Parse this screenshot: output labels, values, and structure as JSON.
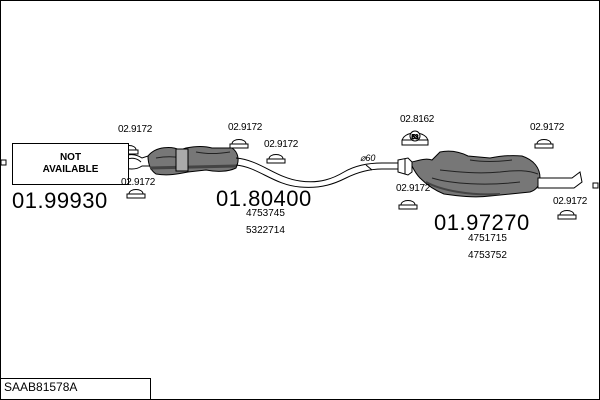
{
  "title": "SAAB81578A",
  "not_available": {
    "line1": "NOT",
    "line2": "AVAILABLE"
  },
  "front": {
    "part_number": "01.99930",
    "clamp_top": "02.9172",
    "clamp_bottom": "02.9172"
  },
  "middle": {
    "part_number": "01.80400",
    "oe_numbers": [
      "4753745",
      "5322714"
    ],
    "clamp_left": "02.9172",
    "clamp_right": "02.9172",
    "pipe_diameter": "⌀60"
  },
  "rear": {
    "part_number": "01.97270",
    "oe_numbers": [
      "4751715",
      "4753752"
    ],
    "hanger": "02.8162",
    "clamp_top_right": "02.9172",
    "clamp_left": "02.9172",
    "clamp_tail": "02.9172"
  }
}
